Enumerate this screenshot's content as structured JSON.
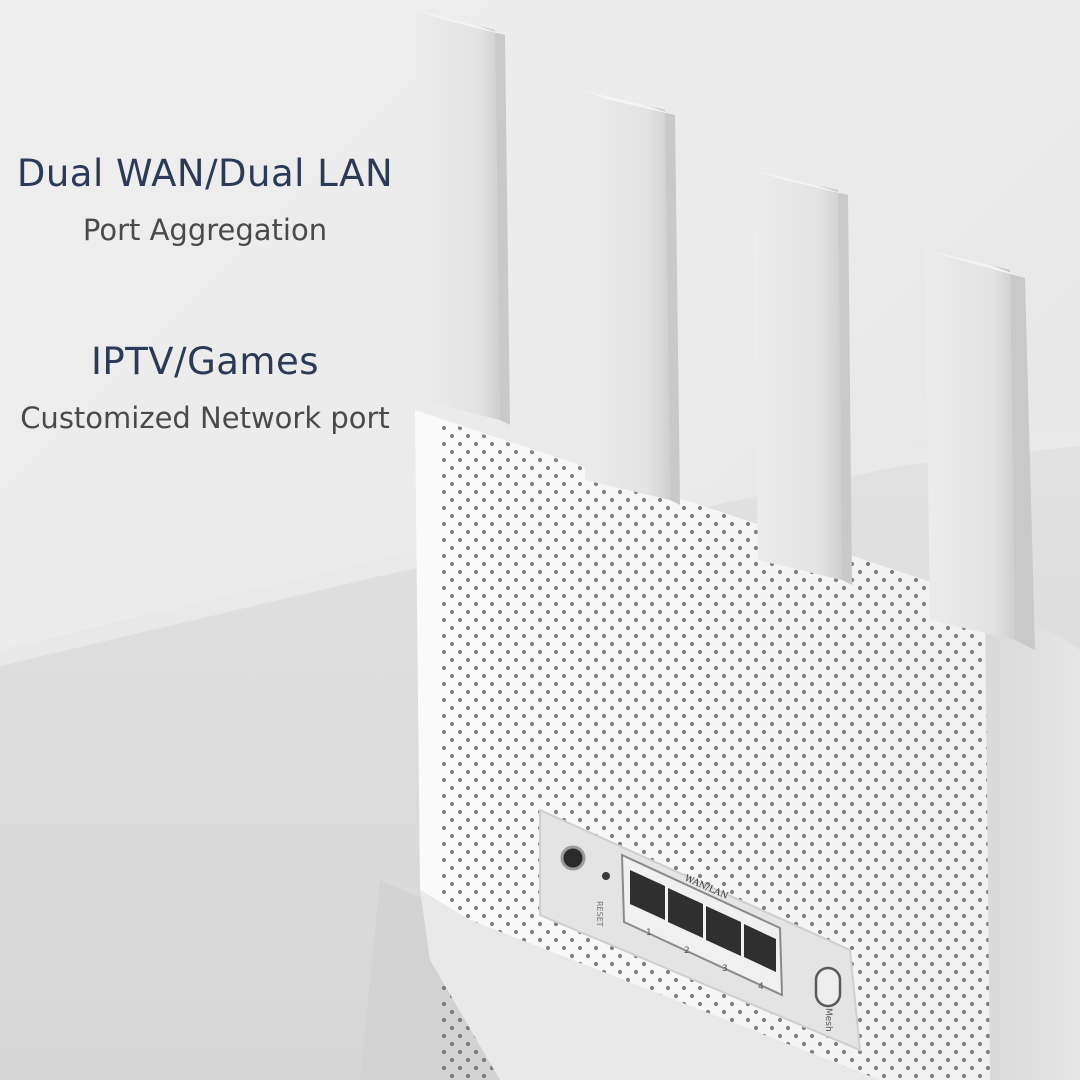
{
  "features": [
    {
      "title": "Dual WAN/Dual LAN",
      "subtitle": "Port Aggregation"
    },
    {
      "title": "IPTV/Games",
      "subtitle": "Customized Network port"
    }
  ],
  "router": {
    "port_group_label": "WAN/LAN",
    "port_numbers": [
      "1",
      "2",
      "3",
      "4"
    ],
    "reset_label": "RESET",
    "mesh_label": "Mesh"
  },
  "colors": {
    "title_text": "#2b3a57",
    "subtitle_text": "#4a4a4a",
    "background_light": "#f2f2f2",
    "router_body": "#f7f7f7",
    "vent_holes": "#6b6b6b"
  }
}
